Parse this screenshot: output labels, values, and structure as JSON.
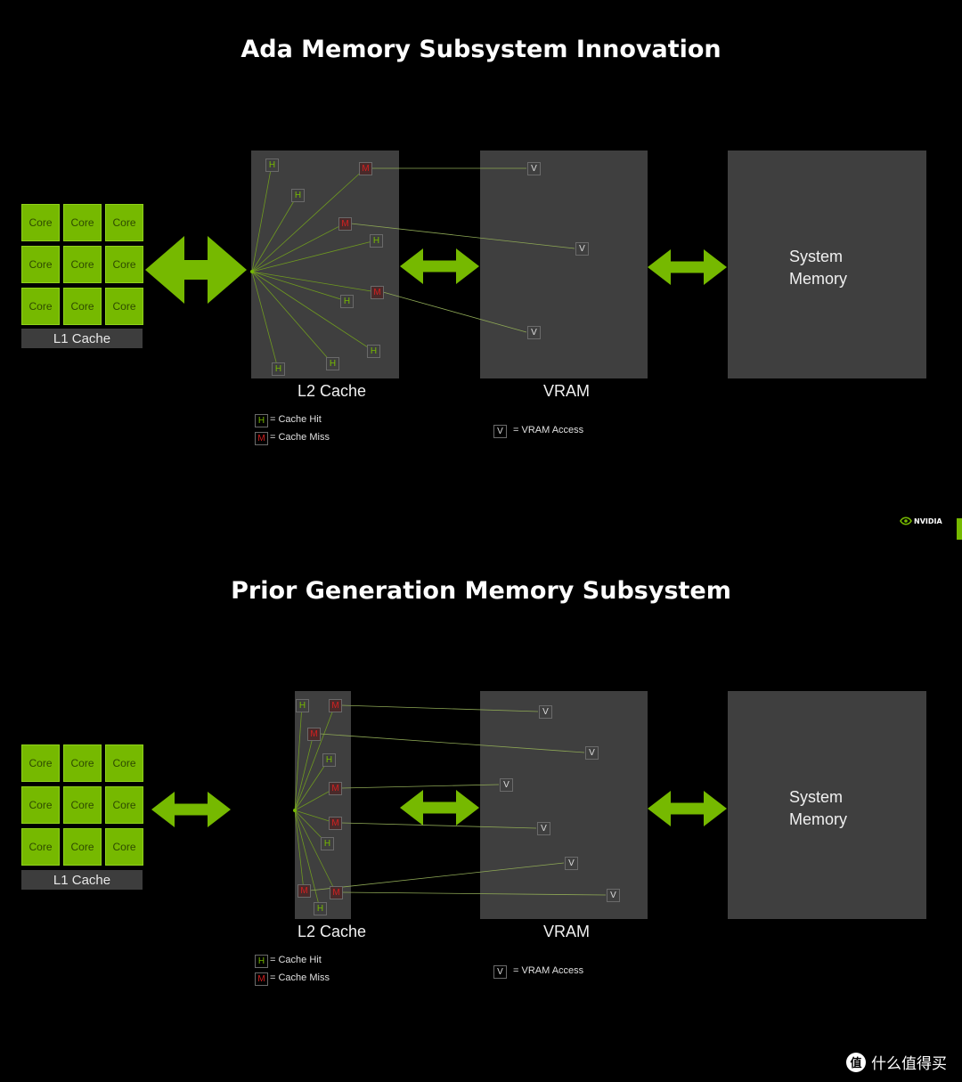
{
  "sections": [
    {
      "title": "Ada Memory Subsystem Innovation",
      "core_label": "Core",
      "l1_label": "L1 Cache",
      "l2_label": "L2 Cache",
      "vram_label": "VRAM",
      "system_memory_label": [
        "System",
        "Memory"
      ],
      "legend": {
        "hit_letter": "H",
        "hit_text": "Cache Hit",
        "miss_letter": "M",
        "miss_text": "Cache Miss",
        "vram_letter": "V",
        "vram_text": "VRAM Access"
      },
      "l2_markers": [
        "H",
        "M",
        "H",
        "M",
        "H",
        "M",
        "H",
        "H",
        "H",
        "H"
      ],
      "vram_markers": [
        "V",
        "V",
        "V"
      ]
    },
    {
      "title": "Prior Generation Memory Subsystem",
      "core_label": "Core",
      "l1_label": "L1 Cache",
      "l2_label": "L2 Cache",
      "vram_label": "VRAM",
      "system_memory_label": [
        "System",
        "Memory"
      ],
      "legend": {
        "hit_letter": "H",
        "hit_text": "Cache Hit",
        "miss_letter": "M",
        "miss_text": "Cache Miss",
        "vram_letter": "V",
        "vram_text": "VRAM Access"
      },
      "l2_markers": [
        "H",
        "M",
        "M",
        "H",
        "M",
        "M",
        "H",
        "M",
        "M",
        "H"
      ],
      "vram_markers": [
        "V",
        "V",
        "V",
        "V",
        "V",
        "V"
      ]
    }
  ],
  "logo_text": "NVIDIA",
  "watermark": {
    "icon": "值",
    "text": "什么值得买"
  },
  "colors": {
    "core_green": "#76b900",
    "panel_gray": "#3f3f3f",
    "hit": "#76b900",
    "miss": "#d42020",
    "vram_marker": "#dddddd"
  }
}
